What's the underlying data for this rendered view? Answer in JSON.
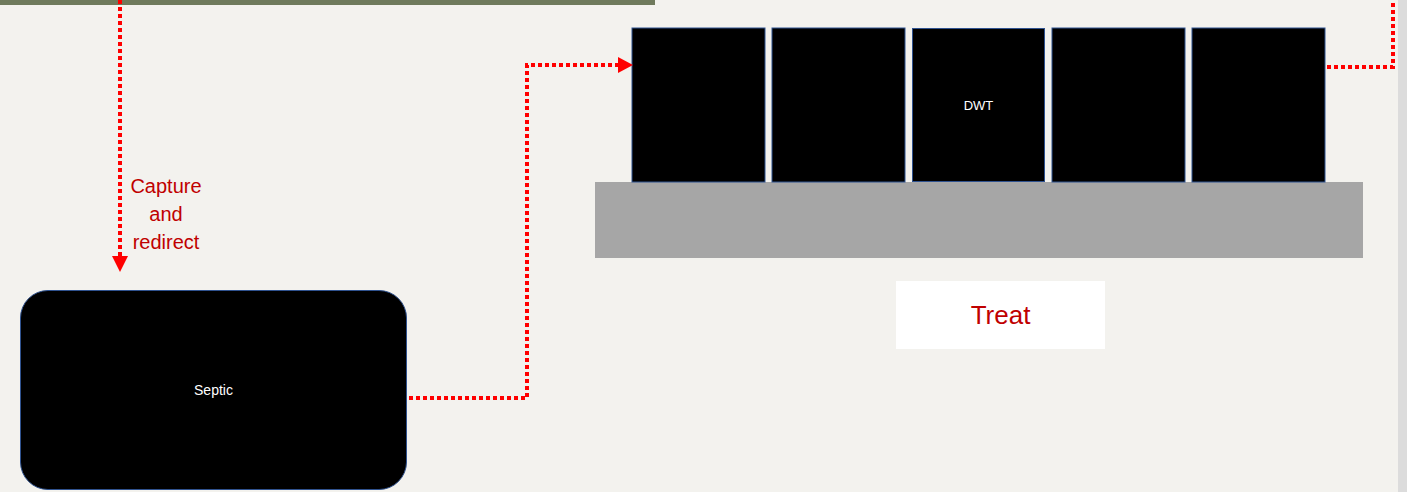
{
  "diagram": {
    "nodes": [
      {
        "text": [
          "Septic"
        ]
      },
      {
        "text": [
          "DWT"
        ]
      },
      {
        "text": [
          "Treat"
        ]
      }
    ],
    "labels": [
      "Capture and redirect"
    ]
  }
}
